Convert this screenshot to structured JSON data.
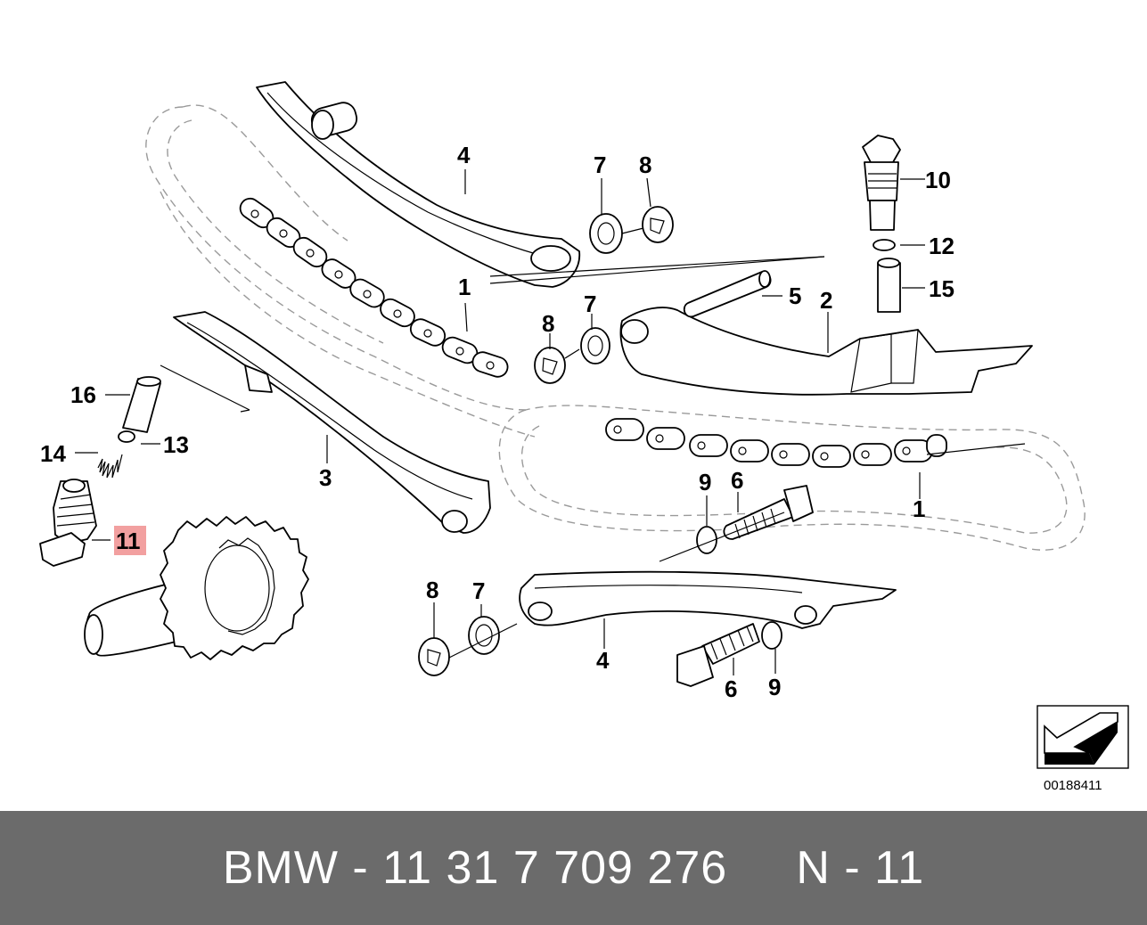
{
  "diagram": {
    "callouts": {
      "c1_top": "1",
      "c1_right": "1",
      "c2": "2",
      "c3": "3",
      "c4_top": "4",
      "c4_bottom": "4",
      "c5": "5",
      "c6_mid": "6",
      "c6_bottom": "6",
      "c7_top": "7",
      "c7_mid": "7",
      "c7_bottom": "7",
      "c8_top": "8",
      "c8_mid": "8",
      "c8_bottom": "8",
      "c9_mid": "9",
      "c9_bottom": "9",
      "c10": "10",
      "c11": "11",
      "c12": "12",
      "c13": "13",
      "c14": "14",
      "c15": "15",
      "c16": "16"
    },
    "highlighted_part": "11",
    "highlight_color": "#f2a0a0",
    "diagram_number": "00188411",
    "nav_icon": "arrow-left-down-icon"
  },
  "footer": {
    "text": "BMW - 11 31 7 709 276     N - 11",
    "background": "#6b6b6b"
  }
}
